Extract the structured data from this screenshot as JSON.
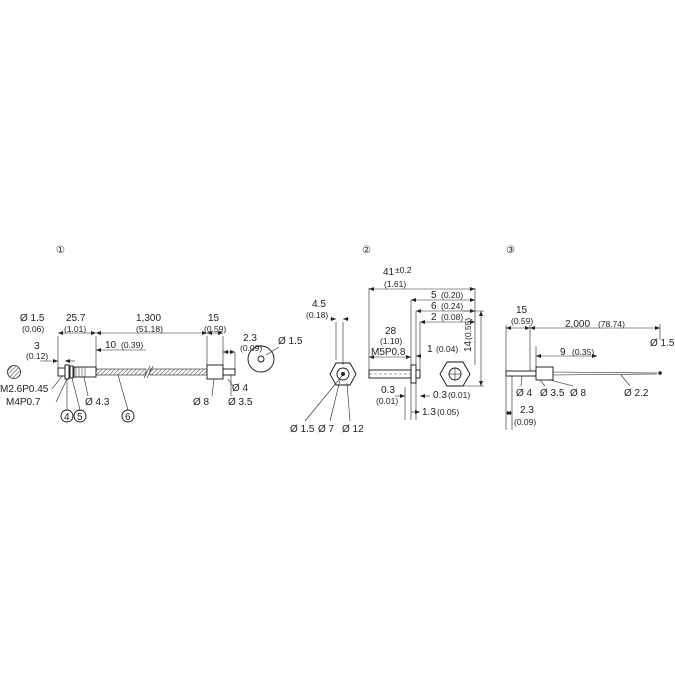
{
  "figure1": {
    "number": "①",
    "dim_tip_dia": "Ø 1.5",
    "dim_tip_dia_in": "(0.06)",
    "dim_3": "3",
    "dim_3_in": "(0.12)",
    "dim_25_7": "25.7",
    "dim_25_7_in": "(1.01)",
    "dim_10": "10",
    "dim_10_in": "(0.39)",
    "dim_1300": "1,300",
    "dim_1300_in": "(51.18)",
    "dim_15": "15",
    "dim_15_in": "(0.59)",
    "dim_2_3": "2.3",
    "dim_2_3_in": "(0.09)",
    "dim_end_dia": "Ø 1.5",
    "thread_small": "M2.6P0.45",
    "thread_large": "M4P0.7",
    "dim_4_3": "Ø 4.3",
    "dim_8": "Ø 8",
    "dim_4": "Ø 4",
    "dim_3_5": "Ø 3.5",
    "callout_4": "4",
    "callout_5": "5",
    "callout_6": "6"
  },
  "figure2": {
    "number": "②",
    "dim_4_5": "4.5",
    "dim_4_5_in": "(0.18)",
    "dim_41": "41",
    "dim_41_tol": "±0.2",
    "dim_41_in": "(1.61)",
    "dim_5": "5",
    "dim_5_in": "(0.20)",
    "dim_6": "6",
    "dim_6_in": "(0.24)",
    "dim_2": "2",
    "dim_2_in": "(0.08)",
    "dim_28": "28",
    "dim_28_in": "(1.10)",
    "thread": "M5P0.8",
    "dim_1": "1",
    "dim_1_in": "(0.04)",
    "dim_14": "14",
    "dim_14_in": "(0.55)",
    "dim_0_3a": "0.3",
    "dim_0_3a_in": "(0.01)",
    "dim_0_3b": "0.3",
    "dim_0_3b_in": "(0.01)",
    "dim_1_3": "1.3",
    "dim_1_3_in": "(0.05)",
    "dim_1_5": "Ø 1.5",
    "dim_7": "Ø 7",
    "dim_12": "Ø 12"
  },
  "figure3": {
    "number": "③",
    "dim_15": "15",
    "dim_15_in": "(0.59)",
    "dim_2000": "2,000",
    "dim_2000_in": "(78.74)",
    "dim_1_5": "Ø 1.5",
    "dim_9": "9",
    "dim_9_in": "(0.35)",
    "dim_4": "Ø 4",
    "dim_3_5": "Ø 3.5",
    "dim_8": "Ø 8",
    "dim_2_2": "Ø 2.2",
    "dim_2_3": "2.3",
    "dim_2_3_in": "(0.09)"
  }
}
